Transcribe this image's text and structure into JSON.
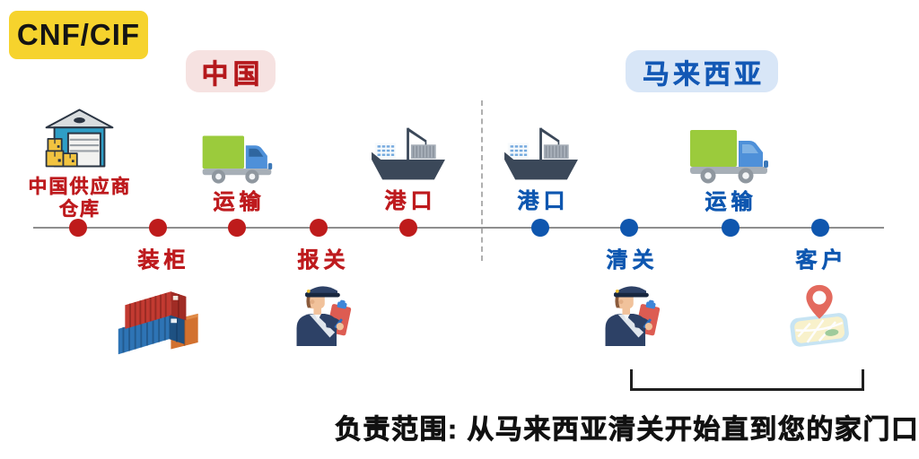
{
  "badge": {
    "label": "CNF/CIF"
  },
  "regions": {
    "china": {
      "label": "中国"
    },
    "malaysia": {
      "label": "马来西亚"
    }
  },
  "colors": {
    "badge_bg": "#F6D32D",
    "china_accent": "#BE1B1E",
    "china_badge_bg": "#F6E2E1",
    "malaysia_accent": "#0E57B0",
    "malaysia_badge_bg": "#D8E6F7",
    "timeline_line": "#8E8E8E",
    "china_dot": "#BE1B1B",
    "malaysia_dot": "#0F56AE"
  },
  "stages": {
    "supplier_warehouse": {
      "label": "中国供应商\n仓库",
      "icon": "warehouse-icon"
    },
    "container_loading": {
      "label": "装柜",
      "icon": "shipping-containers-icon"
    },
    "transport_china": {
      "label": "运输",
      "icon": "delivery-truck-icon"
    },
    "customs_declaration": {
      "label": "报关",
      "icon": "customs-officer-icon"
    },
    "port_china": {
      "label": "港口",
      "icon": "cargo-ship-icon"
    },
    "port_malaysia": {
      "label": "港口",
      "icon": "cargo-ship-icon"
    },
    "customs_clearance": {
      "label": "清关",
      "icon": "customs-officer-icon"
    },
    "transport_malaysia": {
      "label": "运输",
      "icon": "delivery-truck-icon"
    },
    "customer": {
      "label": "客户",
      "icon": "map-pin-icon"
    }
  },
  "bottom_note": {
    "text": "负责范围: 从马来西亚清关开始直到您的家门口"
  }
}
